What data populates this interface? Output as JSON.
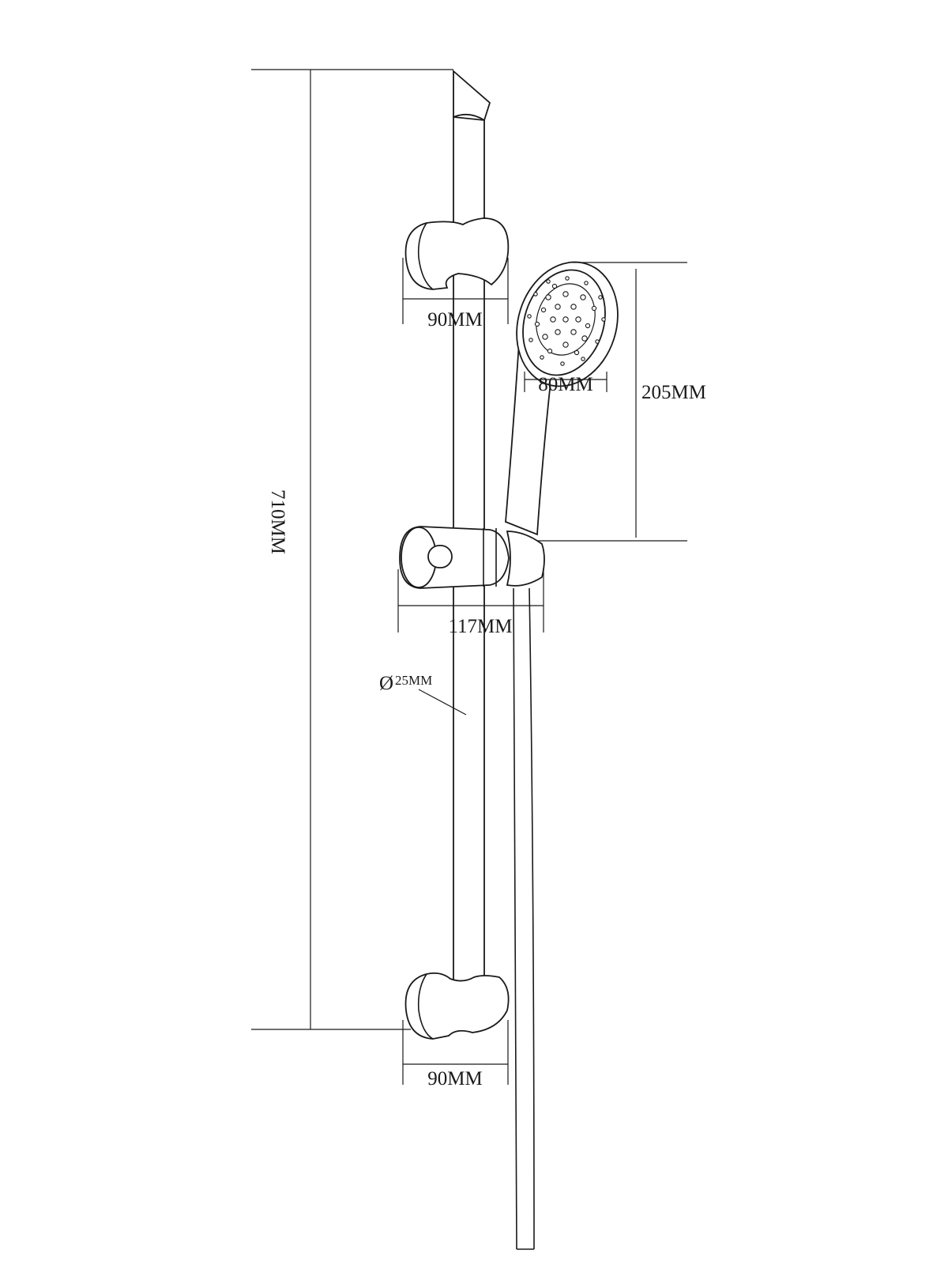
{
  "drawing": {
    "dimensions": {
      "total_height": "710MM",
      "top_bracket_width": "90MM",
      "bottom_bracket_width": "90MM",
      "head_diameter": "80MM",
      "handset_length": "205MM",
      "slider_width": "117MM",
      "rail_diameter": "25MM"
    },
    "symbols": {
      "diameter": "Ø"
    }
  }
}
